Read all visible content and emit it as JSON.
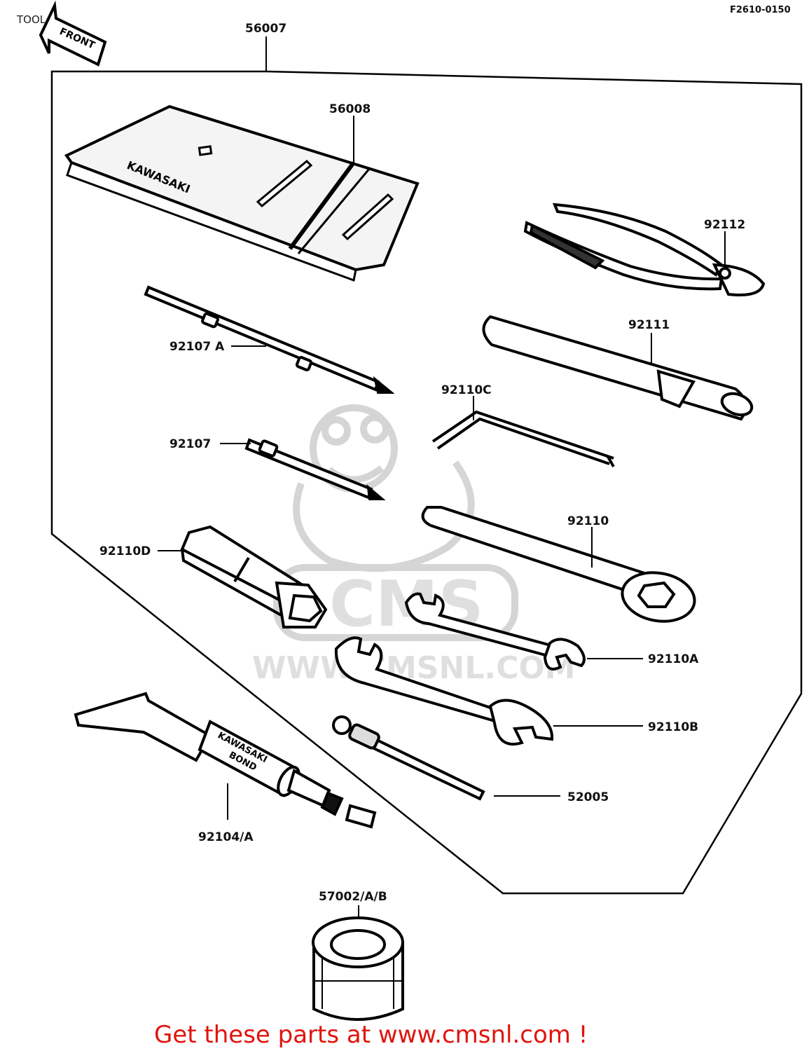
{
  "header": {
    "title": "TOOL",
    "figure_code": "F2610-0150",
    "front_arrow_text": "FRONT"
  },
  "parts": [
    {
      "id": "p56007",
      "number": "56007"
    },
    {
      "id": "p56008",
      "number": "56008"
    },
    {
      "id": "p92112",
      "number": "92112"
    },
    {
      "id": "p92111",
      "number": "92111"
    },
    {
      "id": "p92107A",
      "number": "92107 A"
    },
    {
      "id": "p92110C",
      "number": "92110C"
    },
    {
      "id": "p92107",
      "number": "92107"
    },
    {
      "id": "p92110",
      "number": "92110"
    },
    {
      "id": "p92110D",
      "number": "92110D"
    },
    {
      "id": "p92110A",
      "number": "92110A"
    },
    {
      "id": "p92110B",
      "number": "92110B"
    },
    {
      "id": "p52005",
      "number": "52005"
    },
    {
      "id": "p92104A",
      "number": "92104/A"
    },
    {
      "id": "p57002",
      "number": "57002/A/B"
    }
  ],
  "imprints": {
    "pouch": "KAWASAKI",
    "tube_line1": "KAWASAKI",
    "tube_line2": "BOND"
  },
  "watermark": {
    "brand": "CMS",
    "url": "WWW.CMSNL.COM"
  },
  "footer": {
    "promo_text": "Get these parts at www.cmsnl.com !",
    "promo_color": "#e0140c"
  }
}
